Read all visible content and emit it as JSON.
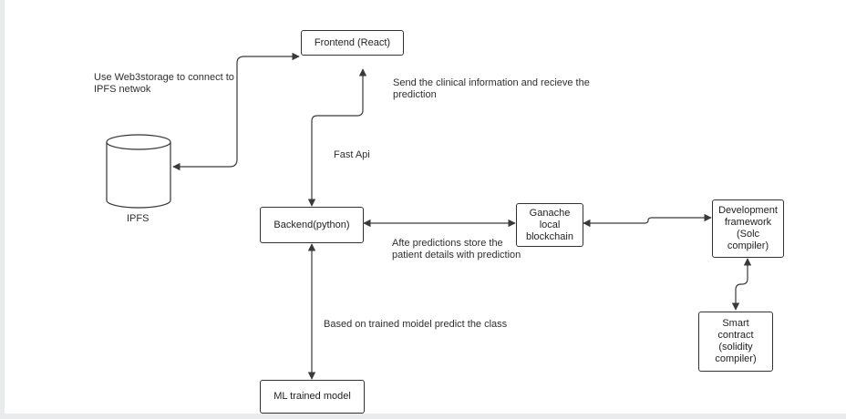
{
  "nodes": {
    "frontend": "Frontend (React)",
    "backend": "Backend(python)",
    "ipfs": "IPFS",
    "ml_model": "ML trained model",
    "ganache": "Ganache local blockchain",
    "dev_framework": "Development framework (Solc compiler)",
    "smart_contract": "Smart contract (solidity compiler)"
  },
  "labels": {
    "web3storage": "Use Web3storage to connect to  IPFS netwok",
    "send_clinical": "Send the clinical information and recieve the prediction",
    "fast_api": "Fast Api",
    "after_predictions": "Afte predictions store the patient details with prediction",
    "based_on_model": "Based on trained moidel predict the class"
  },
  "edges": [
    {
      "from": "frontend",
      "to": "ipfs",
      "arrows": "both"
    },
    {
      "from": "frontend",
      "to": "backend",
      "arrows": "both"
    },
    {
      "from": "backend",
      "to": "ganache",
      "arrows": "both"
    },
    {
      "from": "ganache",
      "to": "dev_framework",
      "arrows": "both"
    },
    {
      "from": "dev_framework",
      "to": "smart_contract",
      "arrows": "both"
    },
    {
      "from": "backend",
      "to": "ml_model",
      "arrows": "both"
    }
  ]
}
